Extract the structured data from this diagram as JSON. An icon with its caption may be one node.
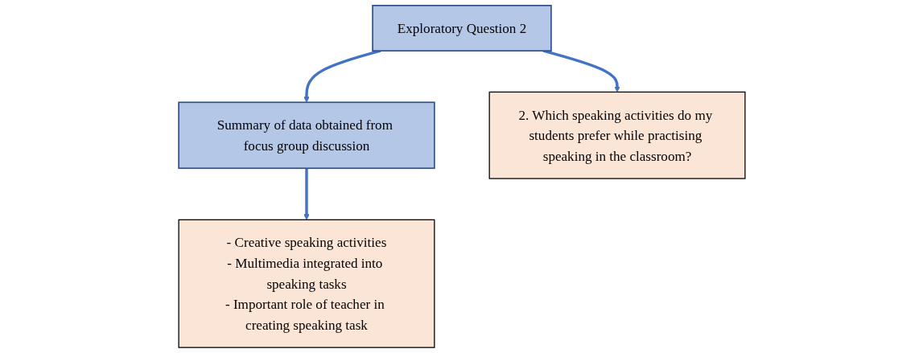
{
  "diagram": {
    "nodes": [
      {
        "text": [
          "Exploratory Question 2"
        ]
      },
      {
        "text": [
          "Summary of data obtained from focus group discussion"
        ]
      },
      {
        "text": [
          "2. Which speaking activities do my students prefer while practising speaking in the classroom?"
        ]
      },
      {
        "text": [
          "- Creative speaking activities",
          "- Multimedia integrated into speaking tasks",
          "- Important role of teacher in creating speaking task"
        ]
      }
    ],
    "edges": [
      {
        "from": 0,
        "to": 1,
        "arrow": "to"
      },
      {
        "from": 0,
        "to": 2,
        "arrow": "to"
      },
      {
        "from": 1,
        "to": 3,
        "arrow": "to"
      }
    ]
  }
}
